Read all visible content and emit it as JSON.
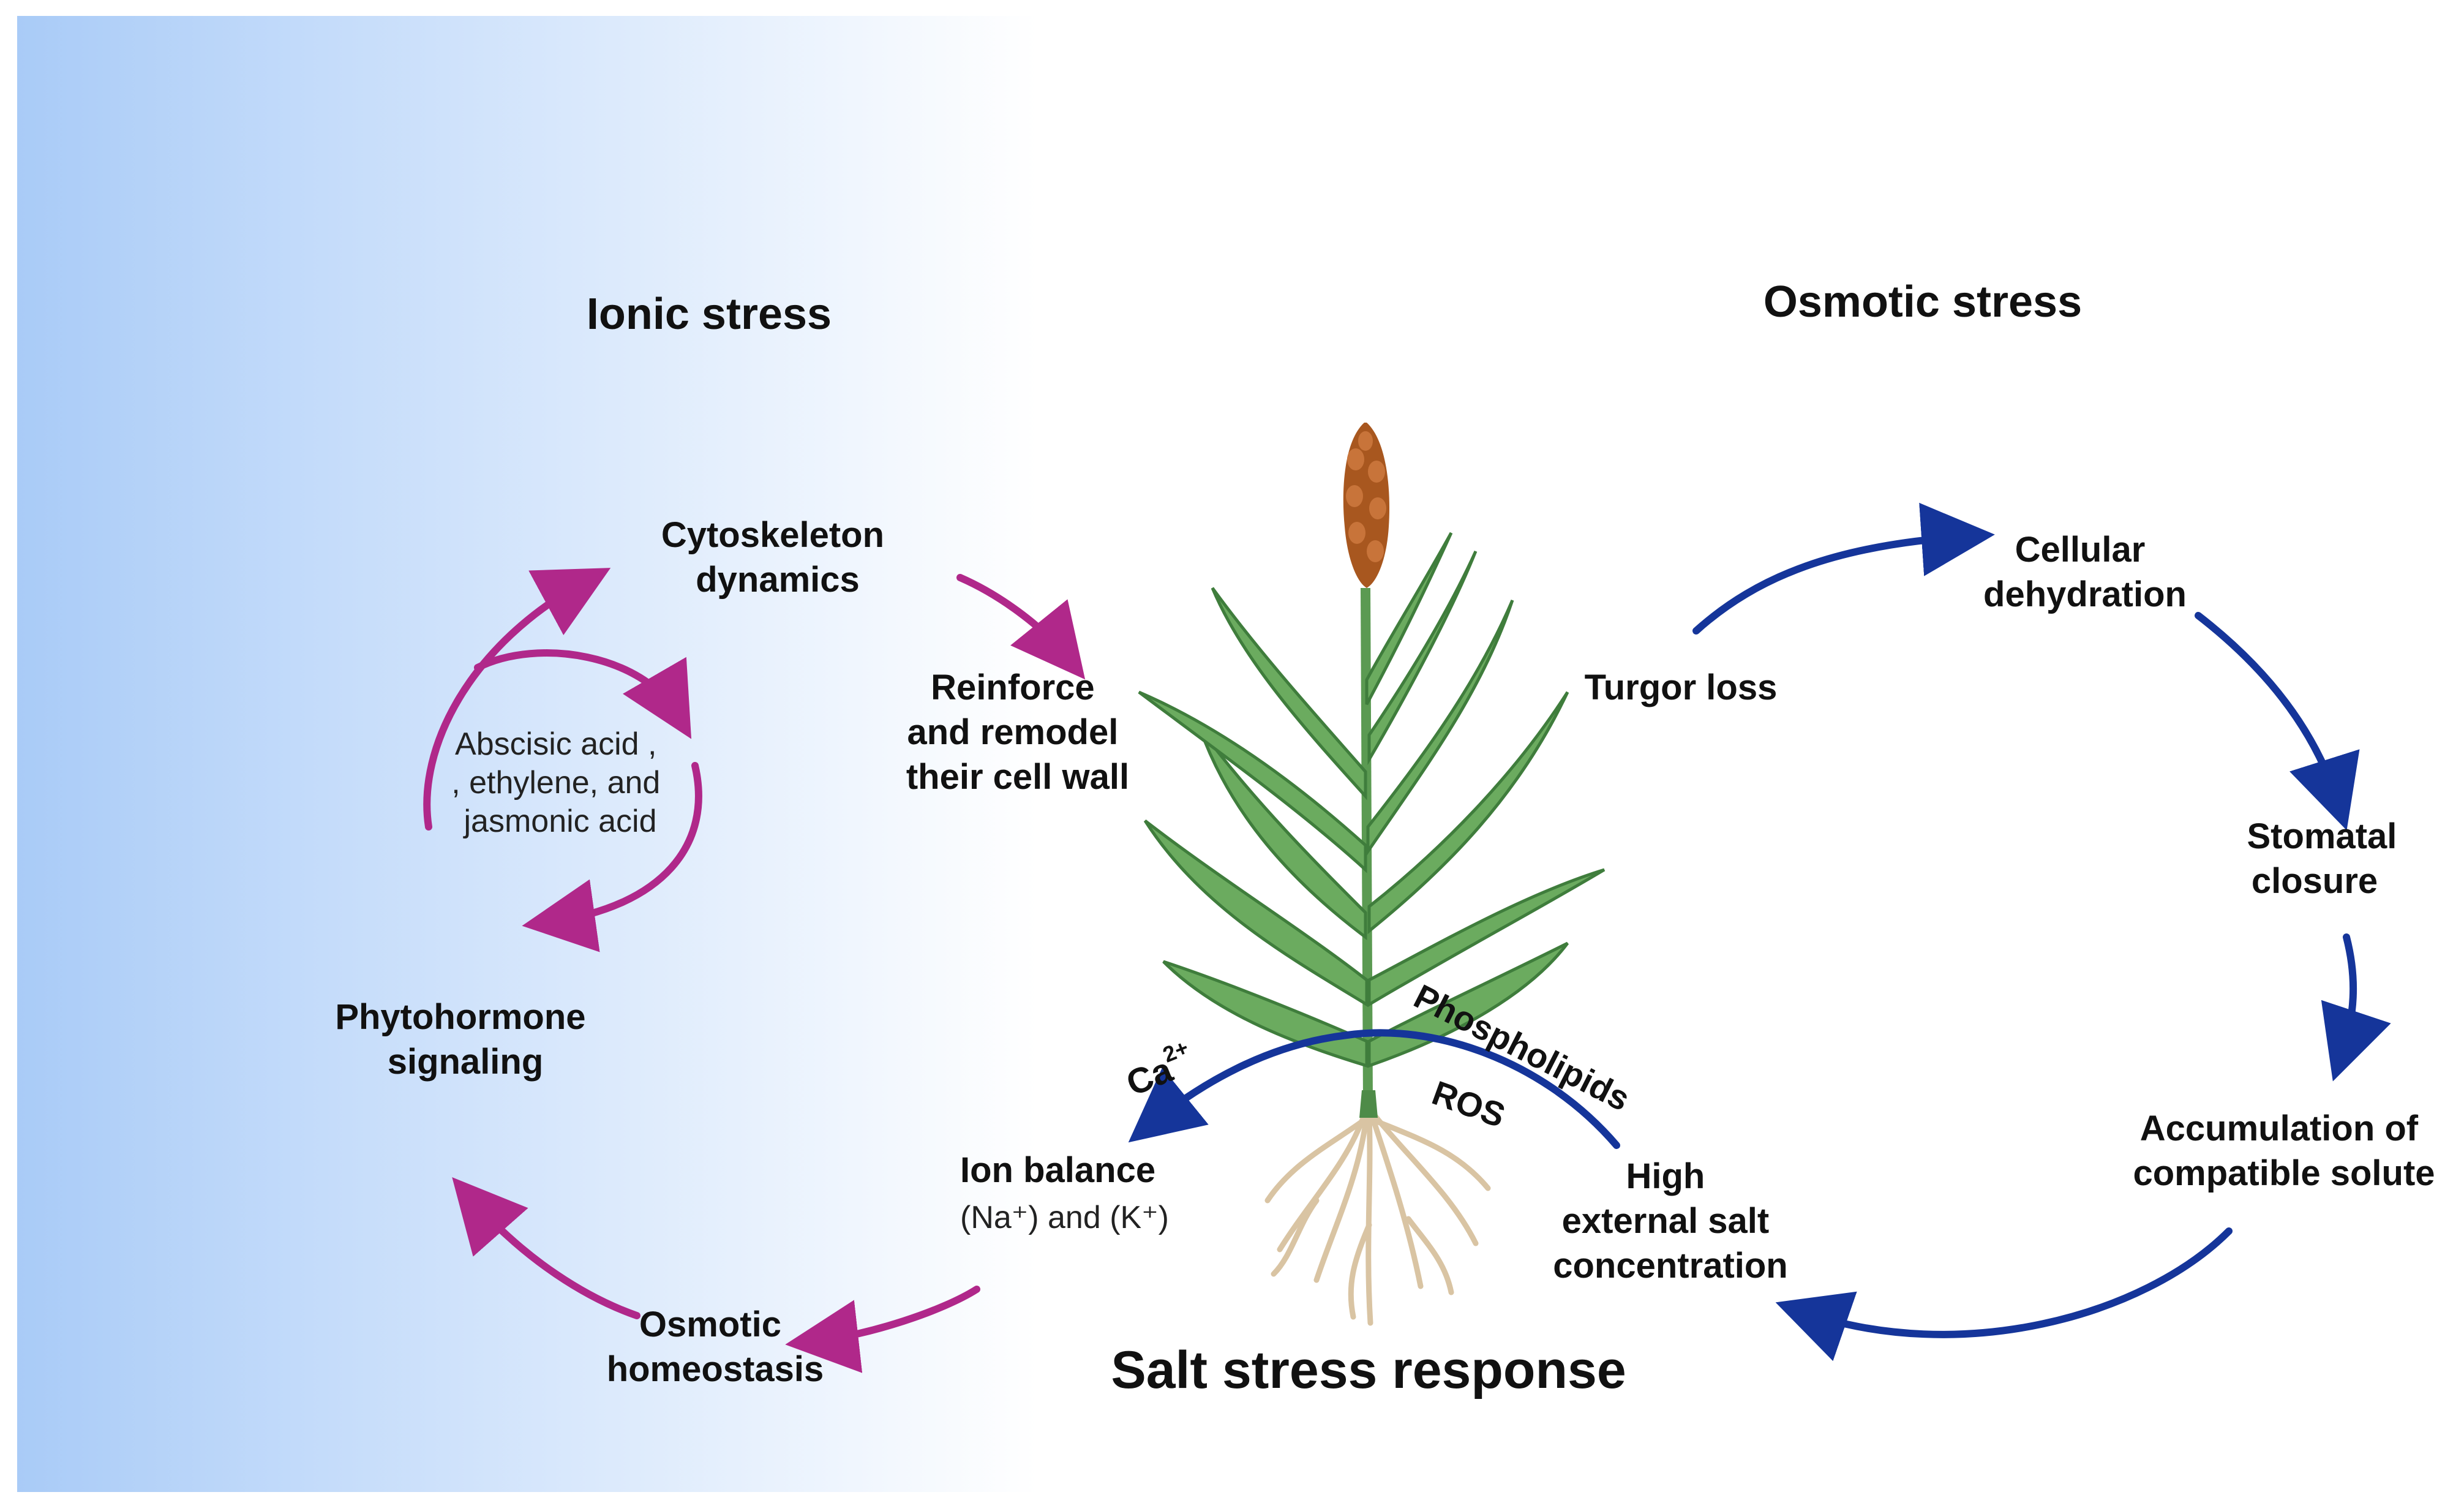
{
  "colors": {
    "background_gradient_start": "#a9cbf7",
    "background_gradient_end": "#ffffff",
    "ionic_cycle_arrow": "#b0288a",
    "osmotic_cycle_arrow": "#15359a",
    "leaf_green": "#6bab5f",
    "leaf_dark": "#3f7d3c",
    "panicle": "#a8571f",
    "root": "#d9c4a3"
  },
  "headings": {
    "ionic_stress": "Ionic stress",
    "osmotic_stress": "Osmotic stress",
    "salt_stress_response": "Salt stress response"
  },
  "ionic_cycle": {
    "cytoskeleton": [
      "Cytoskeleton",
      "dynamics"
    ],
    "reinforce": [
      "Reinforce",
      "and remodel",
      "their cell wall"
    ],
    "hormones": [
      "Abscisic acid ,",
      ", ethylene, and",
      "jasmonic acid"
    ],
    "phytohormone": [
      "Phytohormone",
      "signaling"
    ],
    "osmotic_homeostasis": [
      "Osmotic",
      "homeostasis"
    ]
  },
  "center": {
    "ion_balance_title": "Ion balance",
    "ion_balance_detail": "(Na⁺) and  (K⁺)",
    "ca_label": "Ca",
    "ca_superscript": "2+",
    "phospholipids": "Phospholipids",
    "ros": "ROS",
    "high_external_salt": [
      "High",
      "external salt",
      "concentration"
    ]
  },
  "osmotic_cycle": {
    "turgor_loss": "Turgor loss",
    "cellular_dehydration": [
      "Cellular",
      "dehydration"
    ],
    "stomatal_closure": [
      "Stomatal",
      "closure"
    ],
    "accumulation": [
      "Accumulation of",
      "compatible solute"
    ]
  },
  "icons": [
    "sorghum-plant-icon",
    "curved-arrow-icon"
  ]
}
